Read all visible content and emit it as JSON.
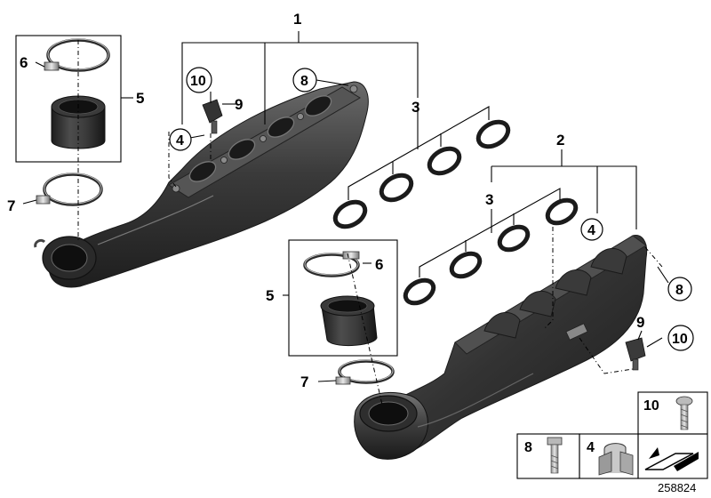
{
  "diagram": {
    "callouts": {
      "c1": "1",
      "c2": "2",
      "c3a": "3",
      "c3b": "3",
      "c4a": "4",
      "c4b": "4",
      "c5a": "5",
      "c5b": "5",
      "c6a": "6",
      "c6b": "6",
      "c7a": "7",
      "c7b": "7",
      "c8a": "8",
      "c8b": "8",
      "c9a": "9",
      "c9b": "9",
      "c10a": "10",
      "c10b": "10"
    },
    "legend": {
      "screw_label": "10",
      "bolt_label": "8",
      "clip_label": "4"
    },
    "document_number": "258824",
    "colors": {
      "part_dark": "#2b2b2b",
      "part_mid": "#4a4a4a",
      "part_light": "#777777",
      "line": "#000000",
      "background": "#ffffff"
    }
  }
}
